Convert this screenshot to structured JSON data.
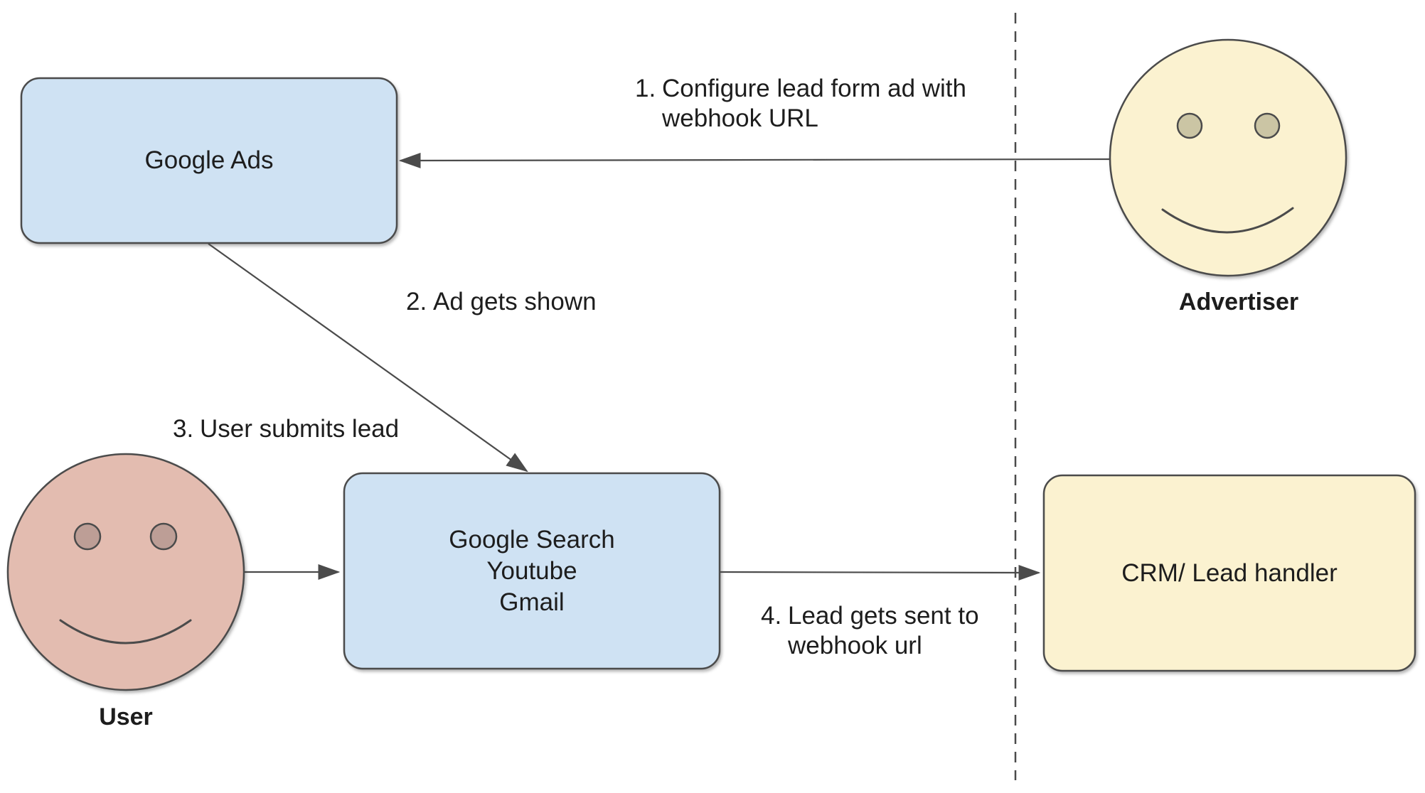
{
  "nodes": {
    "google_ads": {
      "label": "Google Ads"
    },
    "google_surfaces": {
      "line1": "Google Search",
      "line2": "Youtube",
      "line3": "Gmail"
    },
    "crm": {
      "label": "CRM/ Lead handler"
    }
  },
  "actors": {
    "advertiser": {
      "label": "Advertiser"
    },
    "user": {
      "label": "User"
    }
  },
  "steps": {
    "step1": {
      "num": "1.",
      "line1": "Configure lead form ad with",
      "line2": "webhook URL"
    },
    "step2": {
      "num": "2.",
      "line1": "Ad gets shown"
    },
    "step3": {
      "num": "3.",
      "line1": "User submits lead"
    },
    "step4": {
      "num": "4.",
      "line1": "Lead gets sent to",
      "line2": "webhook url"
    }
  },
  "colors": {
    "background": "#ffffff",
    "box_blue": "#cfe2f3",
    "box_cream": "#fbf2d0",
    "face_cream": "#fbf2d0",
    "face_pink": "#e3bcb0",
    "eye_tan": "#cbc5a4",
    "eye_pink": "#bd9e96",
    "stroke": "#4b4b4b",
    "text": "#1d1d1d"
  }
}
